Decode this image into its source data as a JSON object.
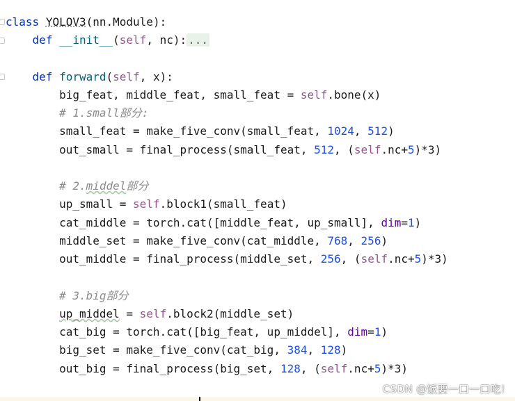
{
  "code": {
    "class_kw": "class",
    "class_name": "YOLOV3",
    "class_base": "(nn.Module):",
    "def_kw": "def",
    "init_name": "__init__",
    "init_open": "(",
    "self": "self",
    "init_args": ", nc):",
    "collapsed": "...",
    "forward_name": "forward",
    "forward_args": ", x):",
    "line_bone_a": "big_feat, middle_feat, small_feat = ",
    "line_bone_b": ".bone(x)",
    "comment1_a": "# 1.small",
    "comment1_b": "部分:",
    "sf_a": "small_feat = make_five_conv(small_feat, ",
    "n1024": "1024",
    "comma": ", ",
    "n512": "512",
    "close": ")",
    "os_a": "out_small = final_process(small_feat, ",
    "open_paren_self": ", (",
    "nc_plus": ".nc+",
    "n5": "5",
    "times3": ")*3)",
    "comment2_a": "# 2.",
    "comment2_b": "middel",
    "comment2_c": "部分",
    "us_a": "up_small = ",
    "us_b": ".block1(small_feat)",
    "cm_a": "cat_middle = torch.cat([middle_feat, up_small], ",
    "dim": "dim",
    "eq1": "=",
    "n1": "1",
    "ms_a": "middle_set = make_five_conv(cat_middle, ",
    "n768": "768",
    "n256": "256",
    "om_a": "out_middle = final_process(middle_set, ",
    "comment3_a": "# 3.big",
    "comment3_b": "部分",
    "um_a": "up_middel",
    "um_b": " = ",
    "um_c": ".block2(middle_set)",
    "cb_a": "cat_big = torch.cat([big_feat, up_middel], ",
    "bs_a": "big_set = make_five_conv(cat_big, ",
    "n384": "384",
    "n128": "128",
    "ob_a": "out_big = final_process(big_set, "
  },
  "watermark": "CSDN @饭要一口一口吃!"
}
